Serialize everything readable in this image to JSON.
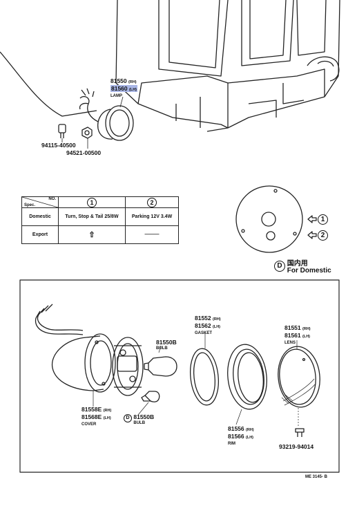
{
  "labels": {
    "lamp_rh": "81550",
    "lamp_lh": "81560",
    "lamp_rh_side": "(RH)",
    "lamp_lh_side": "(LH)",
    "lamp_kind": "LAMP",
    "bolt": "94115-40500",
    "nut": "94521-00500",
    "bulb_top": "81550B",
    "bulb_top_kind": "BULB",
    "bulb_bottom": "81550B",
    "bulb_bottom_kind": "BULB",
    "gasket_rh": "81552",
    "gasket_lh": "81562",
    "gasket_kind": "GASKET",
    "lens_rh": "81551",
    "lens_lh": "81561",
    "lens_kind": "LENS",
    "cover_rh": "81558E",
    "cover_lh": "81568E",
    "cover_kind": "COVER",
    "rim_rh": "81556",
    "rim_lh": "81566",
    "rim_kind": "RIM",
    "screw": "93219-94014",
    "rh": "(RH)",
    "lh": "(LH)",
    "code": "ME 3145- B"
  },
  "spec_table": {
    "header_no": "NO.",
    "header_spec": "Spec.",
    "col1": "1",
    "col2": "2",
    "rows": [
      {
        "name": "Domestic",
        "c1": "Turn, Stop & Tail 25/8W",
        "c2": "Parking 12V 3.4W"
      },
      {
        "name": "Export",
        "c1": "⇧",
        "c2": "———"
      }
    ]
  },
  "domestic": {
    "marker": "D",
    "japanese": "国内用",
    "english": "For Domestic"
  },
  "callouts": {
    "one": "1",
    "two": "2"
  }
}
